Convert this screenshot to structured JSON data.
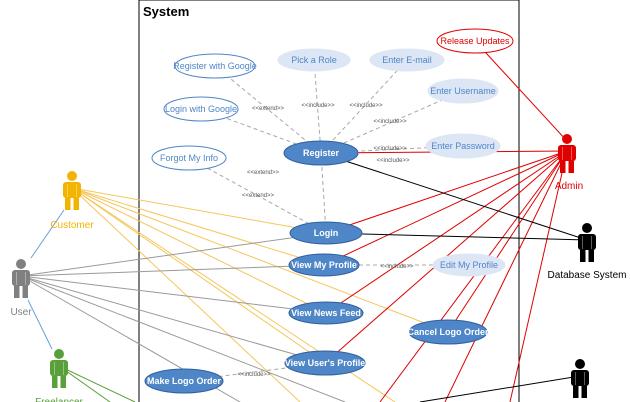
{
  "system": {
    "title": "System"
  },
  "colors": {
    "light_fill": "#dde6f4",
    "light_text": "#4e86c8",
    "solid_fill": "#4e86c8",
    "solid_stroke": "#2f5f9e",
    "solid_text": "#ffffff",
    "red": "#e00000",
    "customer": "#f2b400",
    "user": "#808080",
    "freelancer": "#5aa03a",
    "black": "#000000",
    "customer_line": "#f5c65a",
    "user_line": "#9a9a9a",
    "freelancer_line": "#5aa03a",
    "dashed": "#a8a8a8"
  },
  "actors": [
    {
      "name": "Customer",
      "color": "customer",
      "icon": "person-icon"
    },
    {
      "name": "User",
      "color": "user",
      "icon": "person-icon"
    },
    {
      "name": "Freelancer",
      "color": "freelancer",
      "icon": "person-icon"
    },
    {
      "name": "Admin",
      "color": "red",
      "icon": "person-icon"
    },
    {
      "name": "Database System",
      "color": "black",
      "icon": "person-icon"
    },
    {
      "name": "",
      "color": "black",
      "icon": "person-icon"
    }
  ],
  "use_cases": [
    {
      "label": "Register with Google",
      "style": "outline"
    },
    {
      "label": "Pick a Role",
      "style": "light"
    },
    {
      "label": "Enter E-mail",
      "style": "light"
    },
    {
      "label": "Login with Google",
      "style": "outline"
    },
    {
      "label": "Enter Username",
      "style": "light"
    },
    {
      "label": "Register",
      "style": "solid"
    },
    {
      "label": "Enter Password",
      "style": "light"
    },
    {
      "label": "Forgot My Info",
      "style": "outline"
    },
    {
      "label": "Login",
      "style": "solid"
    },
    {
      "label": "View My Profile",
      "style": "solid"
    },
    {
      "label": "Edit My Profile",
      "style": "light"
    },
    {
      "label": "View News Feed",
      "style": "solid"
    },
    {
      "label": "Cancel Logo Order",
      "style": "solid"
    },
    {
      "label": "View User's Profile",
      "style": "solid"
    },
    {
      "label": "Make Logo Order",
      "style": "solid"
    },
    {
      "label": "Release Updates",
      "style": "red"
    }
  ],
  "stereotypes": {
    "extend": "<<extend>>",
    "include": "<<include>>"
  }
}
